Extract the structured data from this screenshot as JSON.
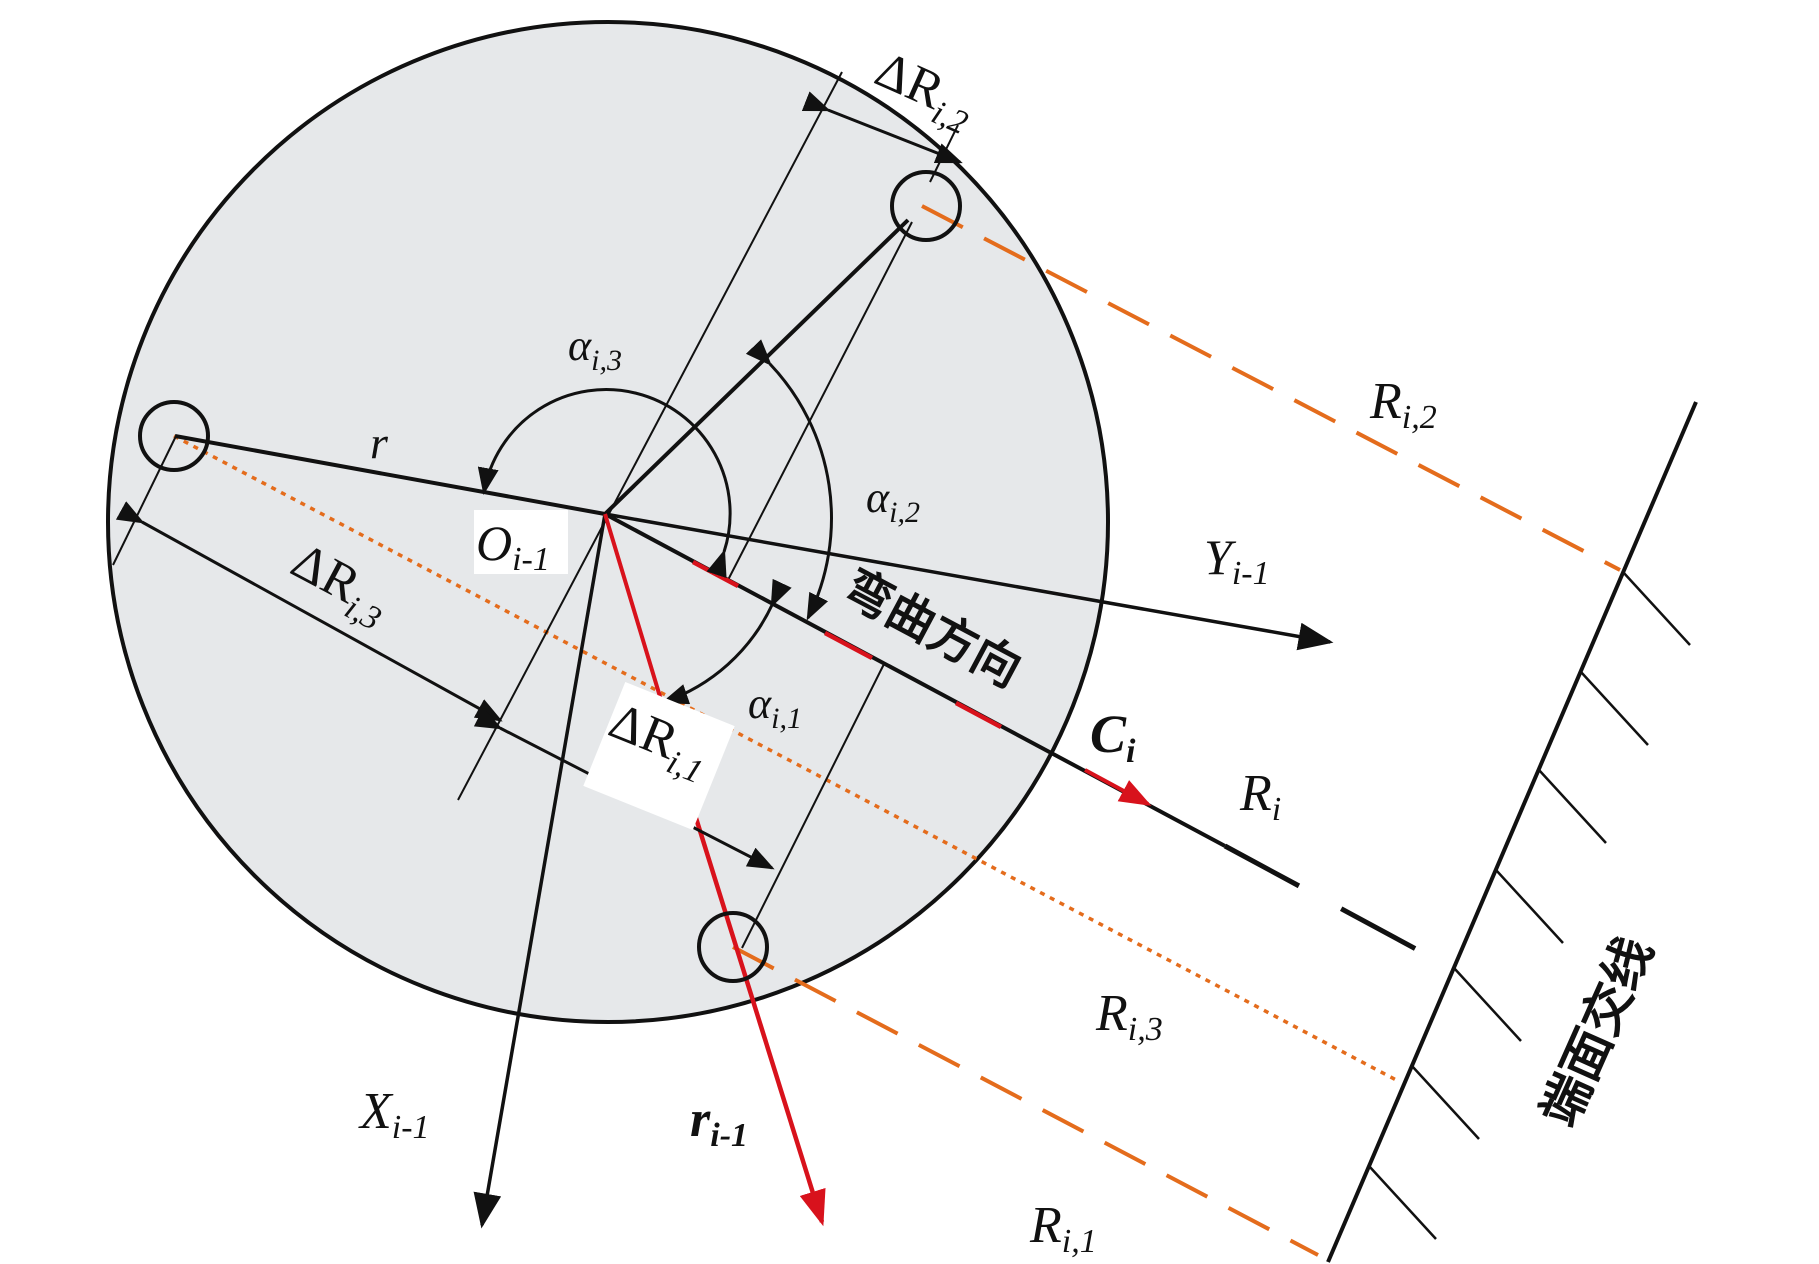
{
  "colors": {
    "disk_fill": "#e6e8ea",
    "line": "#111111",
    "orange": "#e46c1c",
    "red": "#d8121c"
  },
  "labels": {
    "delta_r2": {
      "main": "ΔR",
      "sub": "i,2"
    },
    "delta_r3": {
      "main": "ΔR",
      "sub": "i,3"
    },
    "delta_r1": {
      "main": "ΔR",
      "sub": "i,1"
    },
    "alpha3": {
      "main": "α",
      "sub": "i,3"
    },
    "alpha2": {
      "main": "α",
      "sub": "i,2"
    },
    "alpha1": {
      "main": "α",
      "sub": "i,1"
    },
    "radius": {
      "main": "r"
    },
    "origin": {
      "main": "O",
      "sub": "i-1"
    },
    "y_axis": {
      "main": "Y",
      "sub": "i-1"
    },
    "x_axis": {
      "main": "X",
      "sub": "i-1"
    },
    "r_vec": {
      "main": "r",
      "sub": "i-1"
    },
    "c_vec": {
      "main": "C",
      "sub": "i"
    },
    "r_i": {
      "main": "R",
      "sub": "i"
    },
    "r_i2": {
      "main": "R",
      "sub": "i,2"
    },
    "r_i3": {
      "main": "R",
      "sub": "i,3"
    },
    "r_i1": {
      "main": "R",
      "sub": "i,1"
    },
    "bend_direction": "弯曲方向",
    "end_face_intersection": "端面交线"
  }
}
